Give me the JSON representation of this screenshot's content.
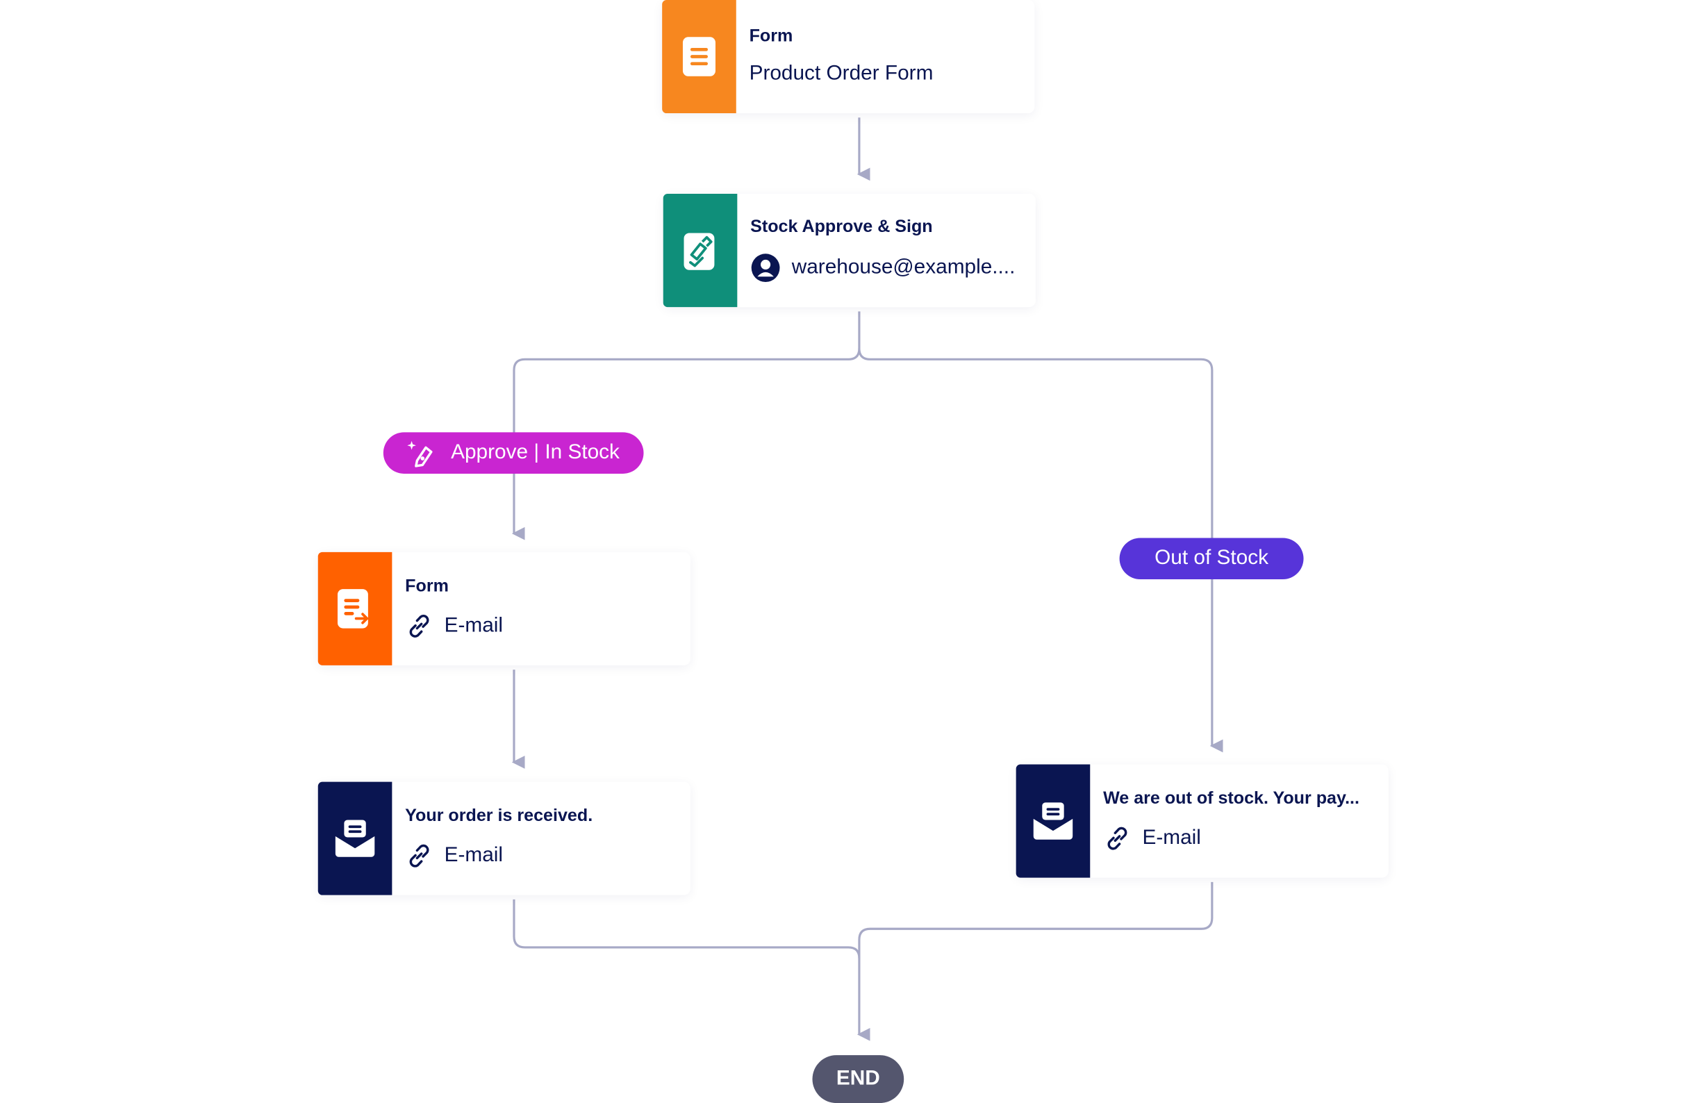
{
  "colors": {
    "form_orange": "#f7871f",
    "form_orange_alt": "#ff6100",
    "sign_teal": "#0f8f7a",
    "email_navy": "#0a1551",
    "approve_pill": "#c925d1",
    "stock_pill": "#5734d9",
    "end_pill": "#54566e",
    "connector": "#a7a9c6"
  },
  "nodes": {
    "form_start": {
      "title": "Form",
      "subtitle": "Product Order Form",
      "icon": "form-document-icon"
    },
    "approve_sign": {
      "title": "Stock Approve & Sign",
      "subtitle": "warehouse@example....",
      "icon": "sign-document-icon",
      "sub_icon": "user-avatar-icon"
    },
    "form_email": {
      "title": "Form",
      "subtitle": "E-mail",
      "icon": "form-forward-icon",
      "sub_icon": "link-icon"
    },
    "email_received": {
      "title": "Your order is received.",
      "subtitle": "E-mail",
      "icon": "envelope-open-icon",
      "sub_icon": "link-icon"
    },
    "email_out_of_stock": {
      "title": "We are out of stock. Your pay...",
      "subtitle": "E-mail",
      "icon": "envelope-open-icon",
      "sub_icon": "link-icon"
    }
  },
  "branches": {
    "approve": {
      "label": "Approve | In Stock",
      "icon": "pen-sparkle-icon"
    },
    "out_of_stock": {
      "label": "Out of Stock"
    }
  },
  "end": {
    "label": "END"
  }
}
